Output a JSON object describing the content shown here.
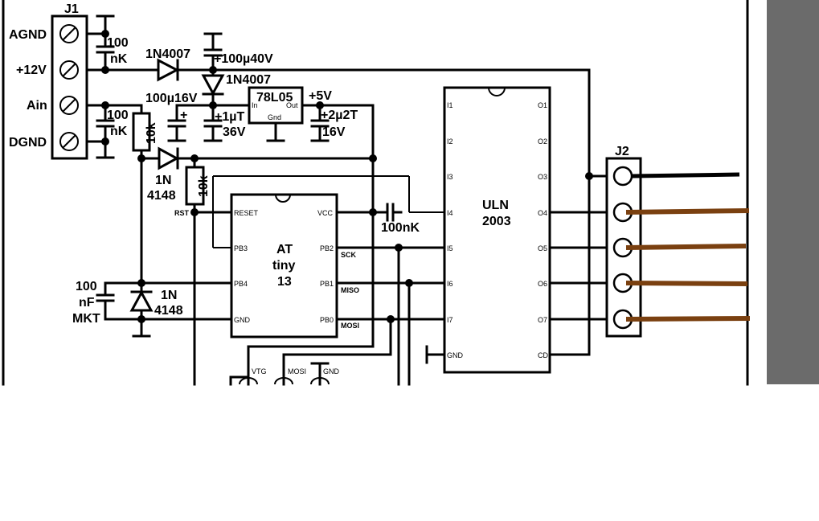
{
  "j1": {
    "ref": "J1",
    "terminals": [
      "AGND",
      "+12V",
      "Ain",
      "DGND"
    ]
  },
  "j2": {
    "ref": "J2"
  },
  "components": {
    "c_top": [
      "100",
      "nK"
    ],
    "c_ain": [
      "100",
      "nK"
    ],
    "d1": "1N4007",
    "d2": "1N4007",
    "c_100u40": "+100µ40V",
    "c_100u16": "100µ16V",
    "c_1uT": [
      "+1µT",
      "36V"
    ],
    "reg": {
      "name": "78L05",
      "in": "In",
      "out": "Out",
      "gnd": "Gnd"
    },
    "vplus5": "+5V",
    "c_2u2": [
      "+2µ2T",
      "16V"
    ],
    "r_10k_a": "10k",
    "r_10k_b": "10k",
    "d3": [
      "1N",
      "4148"
    ],
    "d4": [
      "1N",
      "4148"
    ],
    "c_100n_mkt": [
      "100",
      "nF",
      "MKT"
    ],
    "c_100nK": "100nK",
    "rst": "RST"
  },
  "attiny": {
    "name": [
      "AT",
      "tiny",
      "13"
    ],
    "pins_left": [
      "RESET",
      "PB3",
      "PB4",
      "GND"
    ],
    "pins_right": [
      "VCC",
      "PB2",
      "PB1",
      "PB0"
    ],
    "sig": [
      "SCK",
      "MISO",
      "MOSI"
    ]
  },
  "uln": {
    "name": [
      "ULN",
      "2003"
    ],
    "inputs": [
      "I1",
      "I2",
      "I3",
      "I4",
      "I5",
      "I6",
      "I7"
    ],
    "outputs": [
      "O1",
      "O2",
      "O3",
      "O4",
      "O5",
      "O6",
      "O7"
    ],
    "gnd": "GND",
    "cd": "CD"
  },
  "isp": {
    "pins": [
      "VTG",
      "MOSI",
      "GND"
    ]
  },
  "colors": {
    "ink": "#000000",
    "wire_brown": "#7a4010",
    "side_panel": "#6b6b6b"
  }
}
